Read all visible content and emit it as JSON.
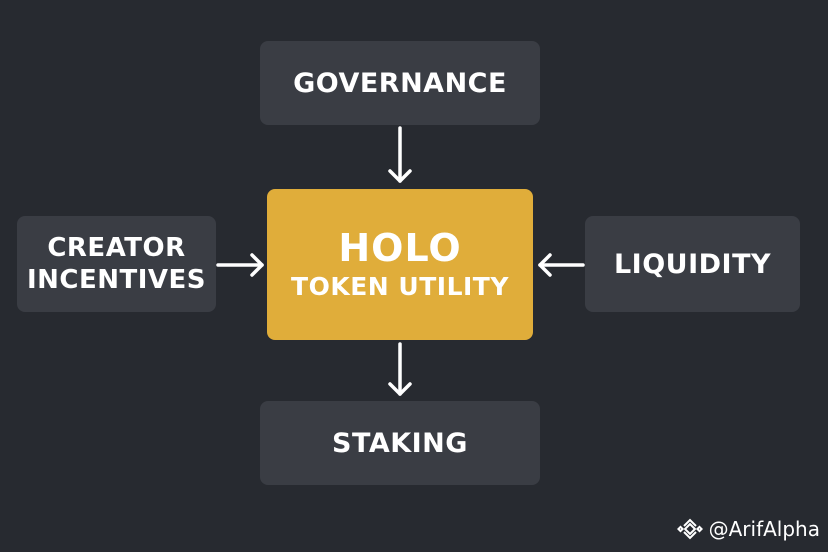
{
  "diagram": {
    "top_node": "GOVERNANCE",
    "bottom_node": "STAKING",
    "left_node_line1": "CREATOR",
    "left_node_line2": "INCENTIVES",
    "right_node": "LIQUIDITY",
    "center_title": "HOLO",
    "center_subtitle": "TOKEN UTILITY"
  },
  "watermark": {
    "handle": "@ArifAlpha",
    "icon": "binance-logo-icon"
  },
  "colors": {
    "background": "#272a30",
    "node": "#3a3d44",
    "center": "#e0ad3a",
    "text": "#ffffff"
  }
}
